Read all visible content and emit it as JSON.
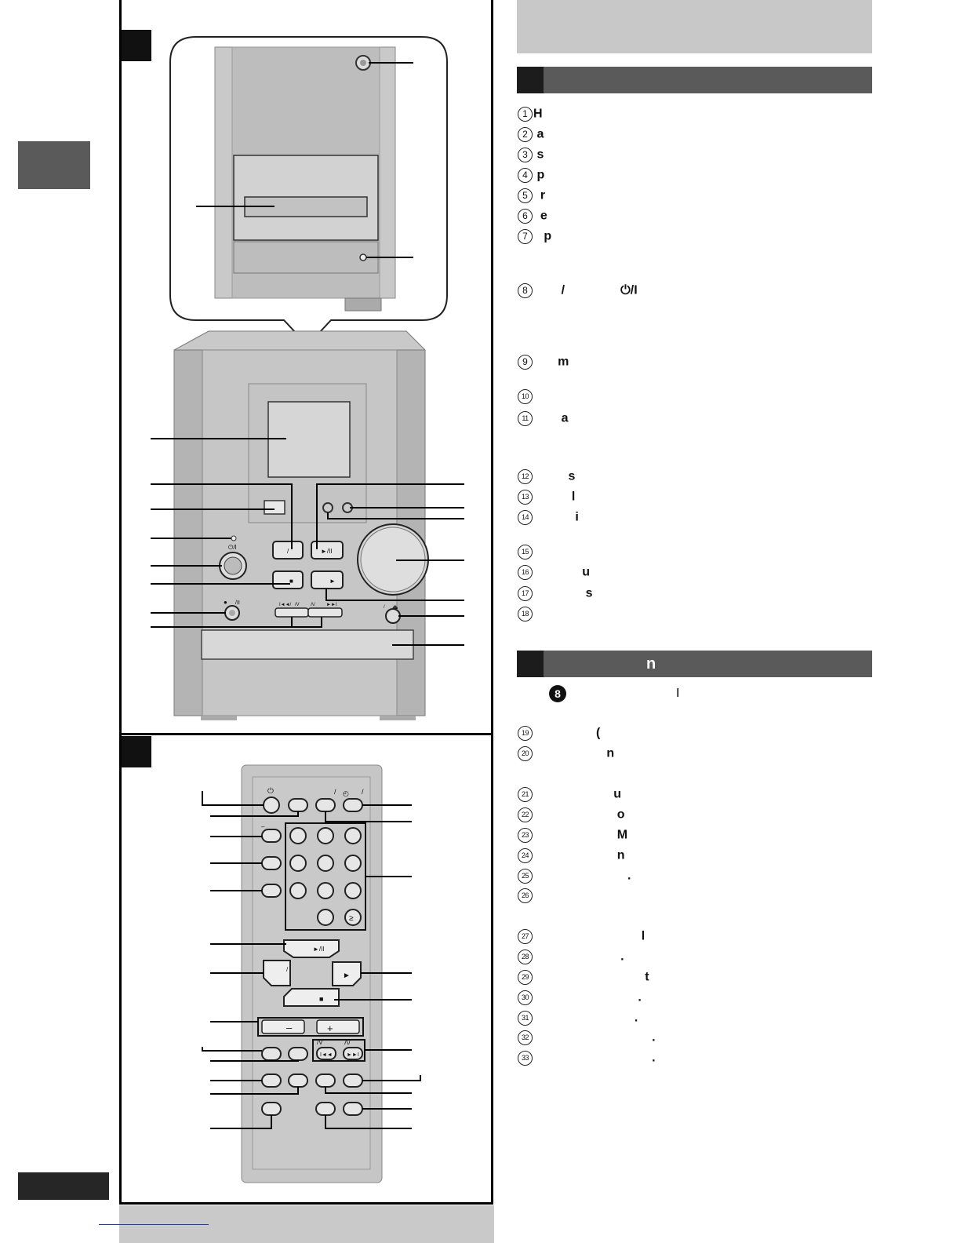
{
  "layout_marks": {
    "side_tab_color": "#5a5a5a",
    "page_tab_color": "#262626",
    "bar_color": "#5a5a5a"
  },
  "panel": {
    "front_labels": {
      "power_symbol": "⏻/I",
      "play_pause": "►/II",
      "play": "►",
      "stop": "■",
      "slash": "/",
      "skip_left": "I◄◄/",
      "skip_mid": "/V",
      "skip_right": "Λ/",
      "skip_end": "►►I",
      "eject": "⏏",
      "rec": "●",
      "rec_pause": "/II",
      "minus_dash": "–"
    },
    "remote_labels": {
      "power": "⏻",
      "slash_a": "/",
      "timer": "◴",
      "slash_b": "/",
      "play_pause": "►/II",
      "play": "►",
      "stop": "■",
      "minus": "–",
      "plus": "+",
      "slash_c": "/",
      "skip_v": "/V",
      "skip_lambda": "Λ/",
      "skip_back": "I◄◄",
      "skip_fwd": "►►I",
      "ge": "≥",
      "dash": "–"
    }
  },
  "section1": {
    "items": [
      {
        "num": "1",
        "text": "H"
      },
      {
        "num": "2",
        "text": " a"
      },
      {
        "num": "3",
        "text": " s"
      },
      {
        "num": "4",
        "text": " p"
      },
      {
        "num": "5",
        "text": "  r"
      },
      {
        "num": "6",
        "text": "  e"
      },
      {
        "num": "7",
        "text": "   p"
      },
      {
        "num": "8",
        "text": "        /                ⏻/I"
      },
      {
        "num": "9",
        "text": "       m"
      },
      {
        "num": "10",
        "text": ""
      },
      {
        "num": "11",
        "text": "        a"
      },
      {
        "num": "12",
        "text": "          s"
      },
      {
        "num": "13",
        "text": "           l"
      },
      {
        "num": "14",
        "text": "            i"
      },
      {
        "num": "15",
        "text": ""
      },
      {
        "num": "16",
        "text": "              u"
      },
      {
        "num": "17",
        "text": "               s"
      },
      {
        "num": "18",
        "text": ""
      }
    ]
  },
  "section2": {
    "title": "n",
    "note_badge": "8",
    "note_tail": "I",
    "items": [
      {
        "num": "19",
        "text": "                  ("
      },
      {
        "num": "20",
        "text": "                     n"
      },
      {
        "num": "21",
        "text": "                       u"
      },
      {
        "num": "22",
        "text": "                        o"
      },
      {
        "num": "23",
        "text": "                        M"
      },
      {
        "num": "24",
        "text": "                        n"
      },
      {
        "num": "25",
        "text": "                           ."
      },
      {
        "num": "26",
        "text": ""
      },
      {
        "num": "27",
        "text": "                               l"
      },
      {
        "num": "28",
        "text": "                         ."
      },
      {
        "num": "29",
        "text": "                                t"
      },
      {
        "num": "30",
        "text": "                              ."
      },
      {
        "num": "31",
        "text": "                             ."
      },
      {
        "num": "32",
        "text": "                                  ."
      },
      {
        "num": "33",
        "text": "                                  ."
      }
    ]
  }
}
